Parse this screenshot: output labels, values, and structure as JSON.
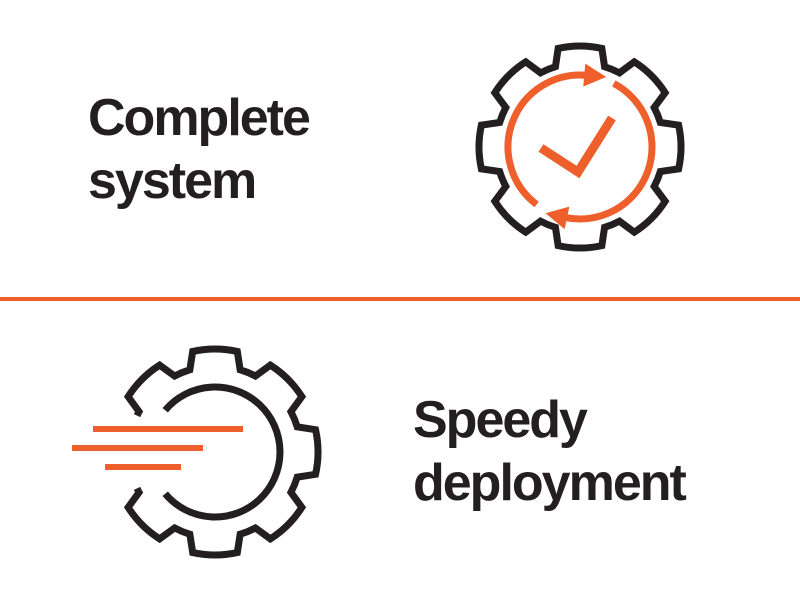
{
  "colors": {
    "orange": "#EE5F2B",
    "ink": "#231F20",
    "background": "#FFFFFF"
  },
  "sections": {
    "complete_system": {
      "line1": "Complete",
      "line2": "system",
      "icon": "gear-sync-check-icon"
    },
    "speedy_deployment": {
      "line1": "Speedy",
      "line2": "deployment",
      "icon": "gear-speed-lines-icon"
    }
  },
  "divider": {
    "style": "horizontal-rule"
  }
}
